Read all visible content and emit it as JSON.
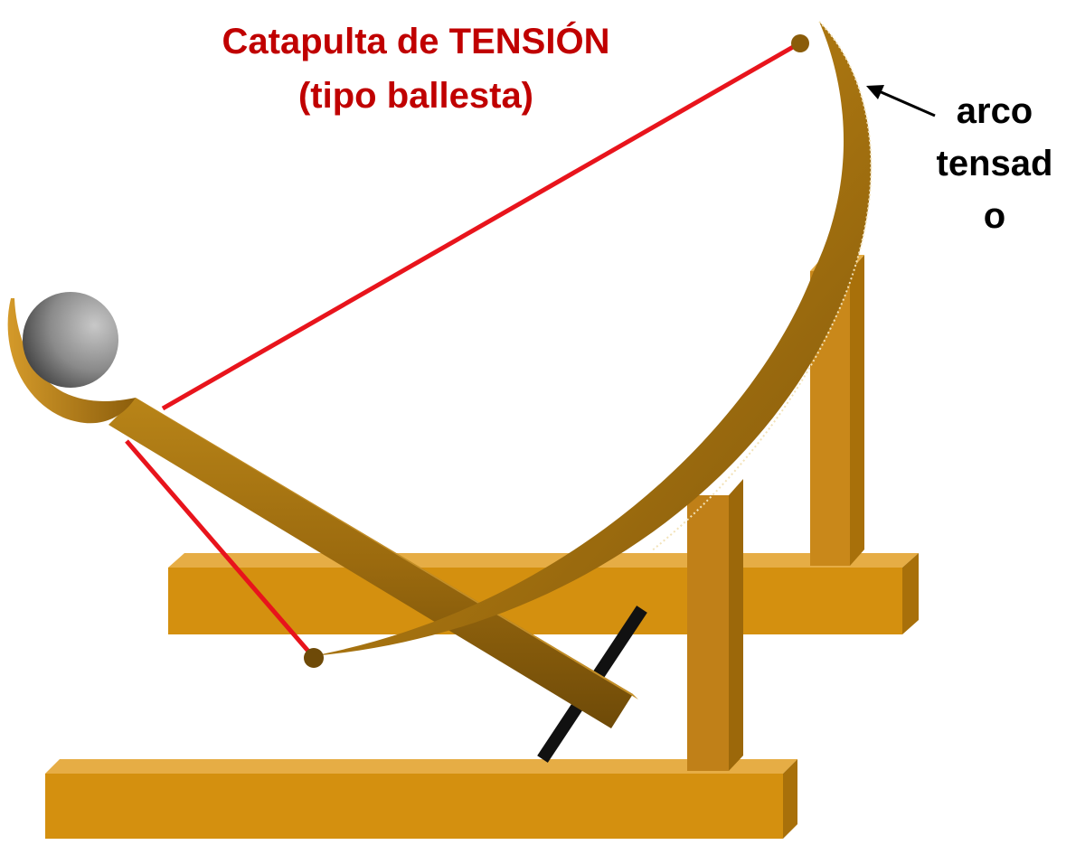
{
  "title": {
    "line1": "Catapulta de TENSIÓN",
    "line2": "(tipo ballesta)",
    "color": "#c00000"
  },
  "annotation": {
    "line1": "arco",
    "line2": "tensad",
    "line3": "o",
    "color": "#000000"
  },
  "colors": {
    "wood_front": "#d4900f",
    "wood_top": "#e6ad45",
    "wood_side": "#a8700a",
    "bow": "#b07a12",
    "string": "#e8141c",
    "trigger": "#111111",
    "ball": "#7a7a7a"
  }
}
